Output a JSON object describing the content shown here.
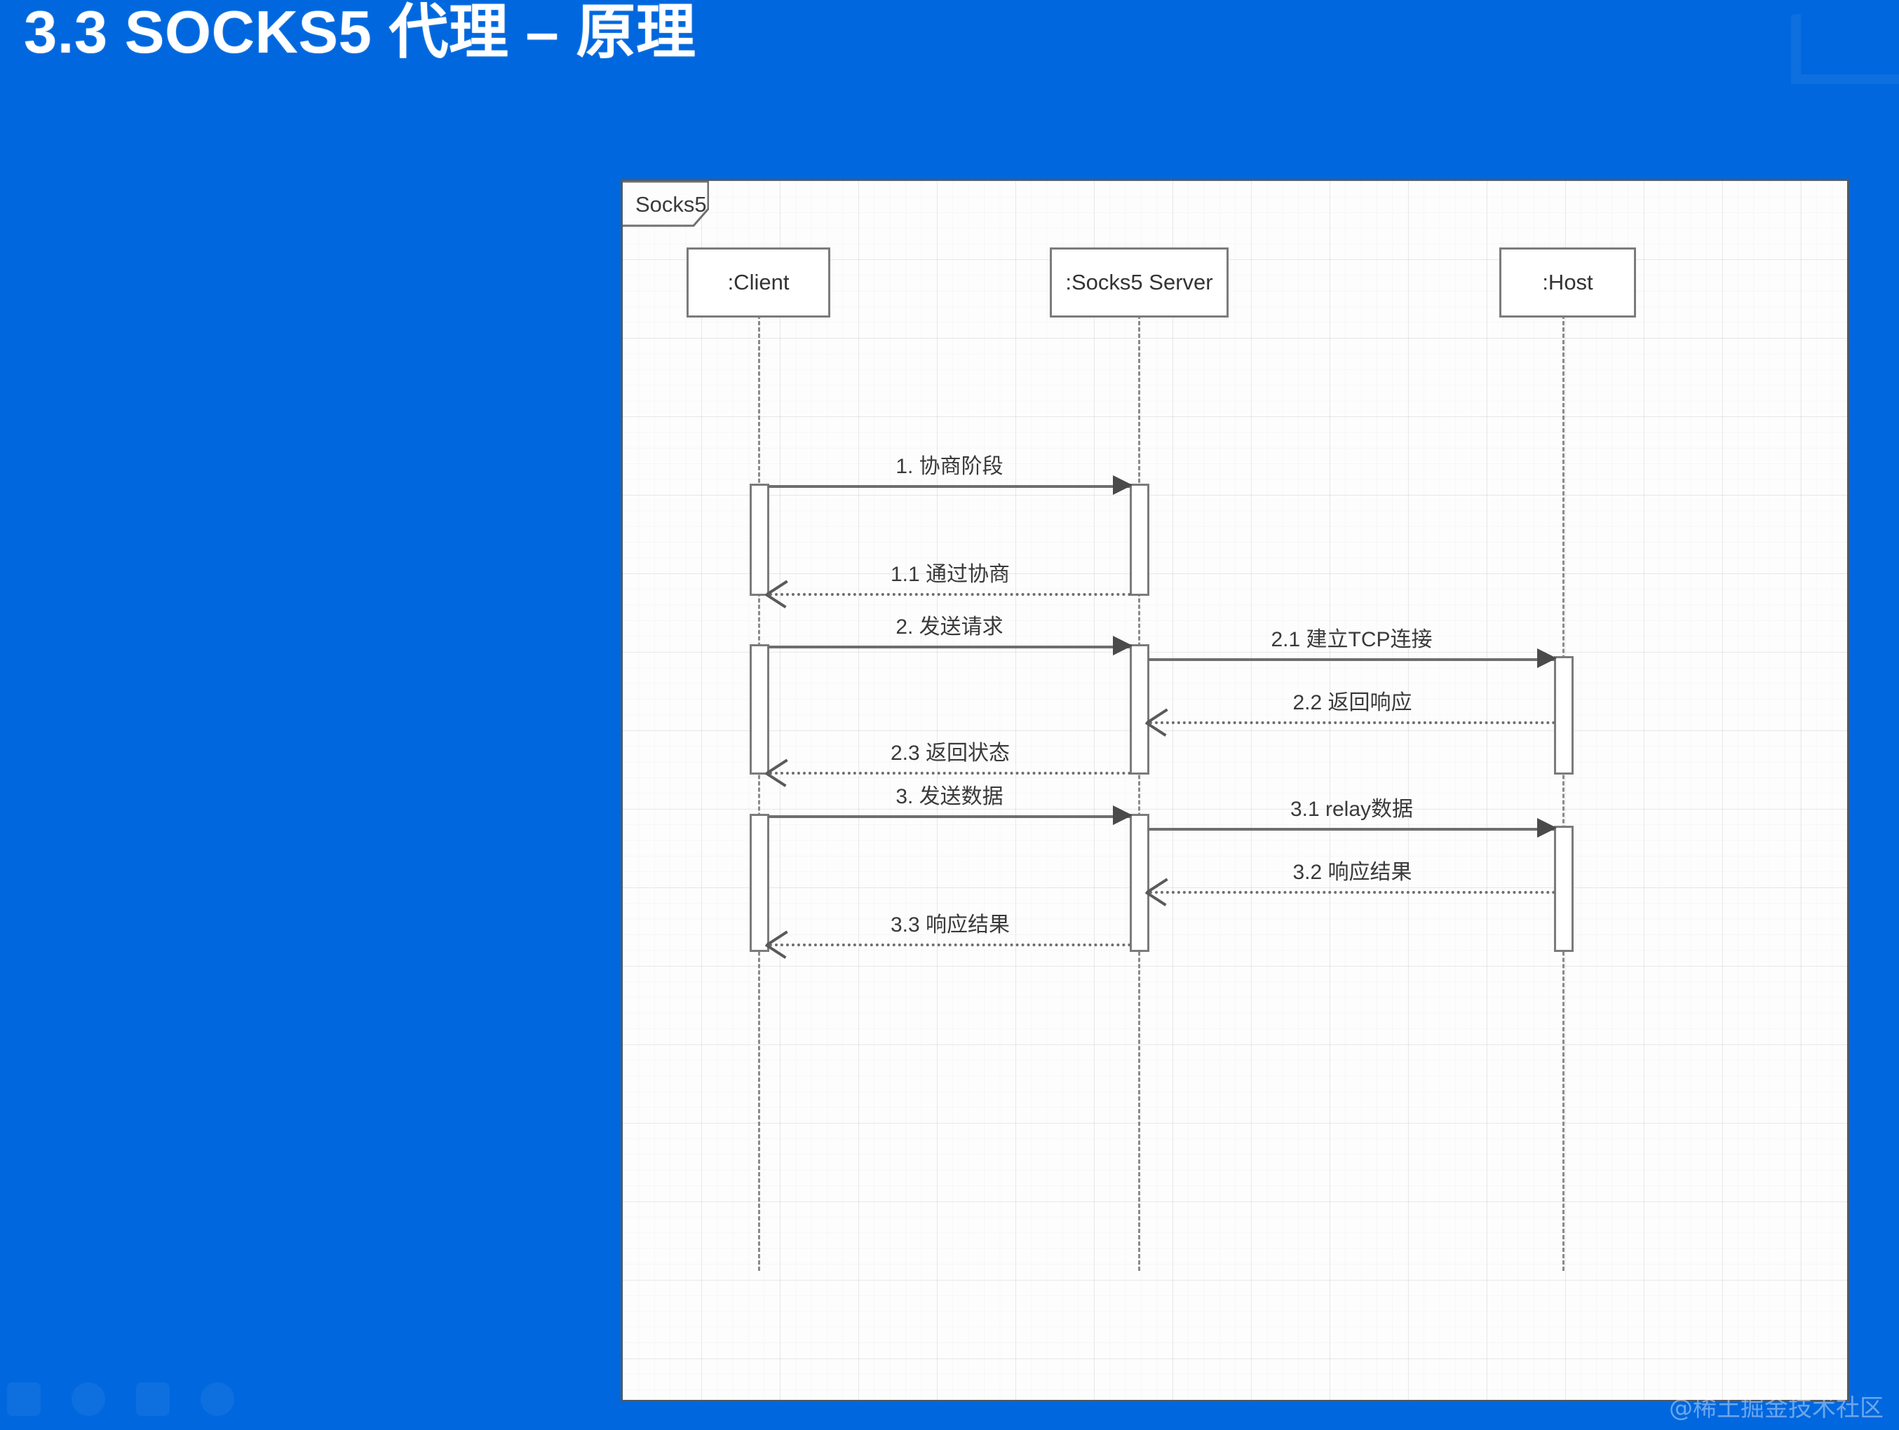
{
  "slide": {
    "title": "3.3 SOCKS5 代理 – 原理",
    "background_color": "#0067DE",
    "watermark": "@稀土掘金技术社区"
  },
  "diagram": {
    "type": "uml-sequence-diagram",
    "frame_label": "Socks5",
    "border_color": "#4e5a66",
    "canvas_color": "#fdfdfd",
    "line_color": "#6e6e6e",
    "actors": [
      {
        "id": "client",
        "label": ":Client"
      },
      {
        "id": "server",
        "label": ":Socks5 Server"
      },
      {
        "id": "host",
        "label": ":Host"
      }
    ],
    "messages": [
      {
        "id": "m1",
        "label": "1. 协商阶段",
        "from": "client",
        "to": "server",
        "style": "solid",
        "direction": "right"
      },
      {
        "id": "m1_1",
        "label": "1.1 通过协商",
        "from": "server",
        "to": "client",
        "style": "dashed",
        "direction": "left"
      },
      {
        "id": "m2",
        "label": "2. 发送请求",
        "from": "client",
        "to": "server",
        "style": "solid",
        "direction": "right"
      },
      {
        "id": "m2_1",
        "label": "2.1 建立TCP连接",
        "from": "server",
        "to": "host",
        "style": "solid",
        "direction": "right"
      },
      {
        "id": "m2_2",
        "label": "2.2 返回响应",
        "from": "host",
        "to": "server",
        "style": "dashed",
        "direction": "left"
      },
      {
        "id": "m2_3",
        "label": "2.3 返回状态",
        "from": "server",
        "to": "client",
        "style": "dashed",
        "direction": "left"
      },
      {
        "id": "m3",
        "label": "3. 发送数据",
        "from": "client",
        "to": "server",
        "style": "solid",
        "direction": "right"
      },
      {
        "id": "m3_1",
        "label": "3.1 relay数据",
        "from": "server",
        "to": "host",
        "style": "solid",
        "direction": "right"
      },
      {
        "id": "m3_2",
        "label": "3.2 响应结果",
        "from": "host",
        "to": "server",
        "style": "dashed",
        "direction": "left"
      },
      {
        "id": "m3_3",
        "label": "3.3 响应结果",
        "from": "server",
        "to": "client",
        "style": "dashed",
        "direction": "left"
      }
    ]
  }
}
